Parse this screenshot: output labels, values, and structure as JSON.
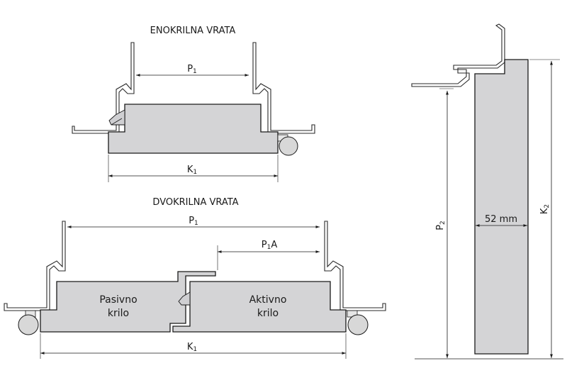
{
  "single_door": {
    "title": "ENOKRILNA VRATA",
    "dim_top": "P",
    "dim_top_sub": "1",
    "dim_bottom": "K",
    "dim_bottom_sub": "1"
  },
  "double_door": {
    "title": "DVOKRILNA VRATA",
    "dim_top": "P",
    "dim_top_sub": "1",
    "dim_active": "P",
    "dim_active_sub": "1",
    "dim_active_suffix": "A",
    "dim_bottom": "K",
    "dim_bottom_sub": "1",
    "passive_line1": "Pasivno",
    "passive_line2": "krilo",
    "active_line1": "Aktivno",
    "active_line2": "krilo"
  },
  "section": {
    "thickness": "52 mm",
    "dim_left": "P",
    "dim_left_sub": "2",
    "dim_right": "K",
    "dim_right_sub": "2"
  },
  "colors": {
    "leaf_fill": "#d4d4d6",
    "line": "#1a1a1a"
  }
}
